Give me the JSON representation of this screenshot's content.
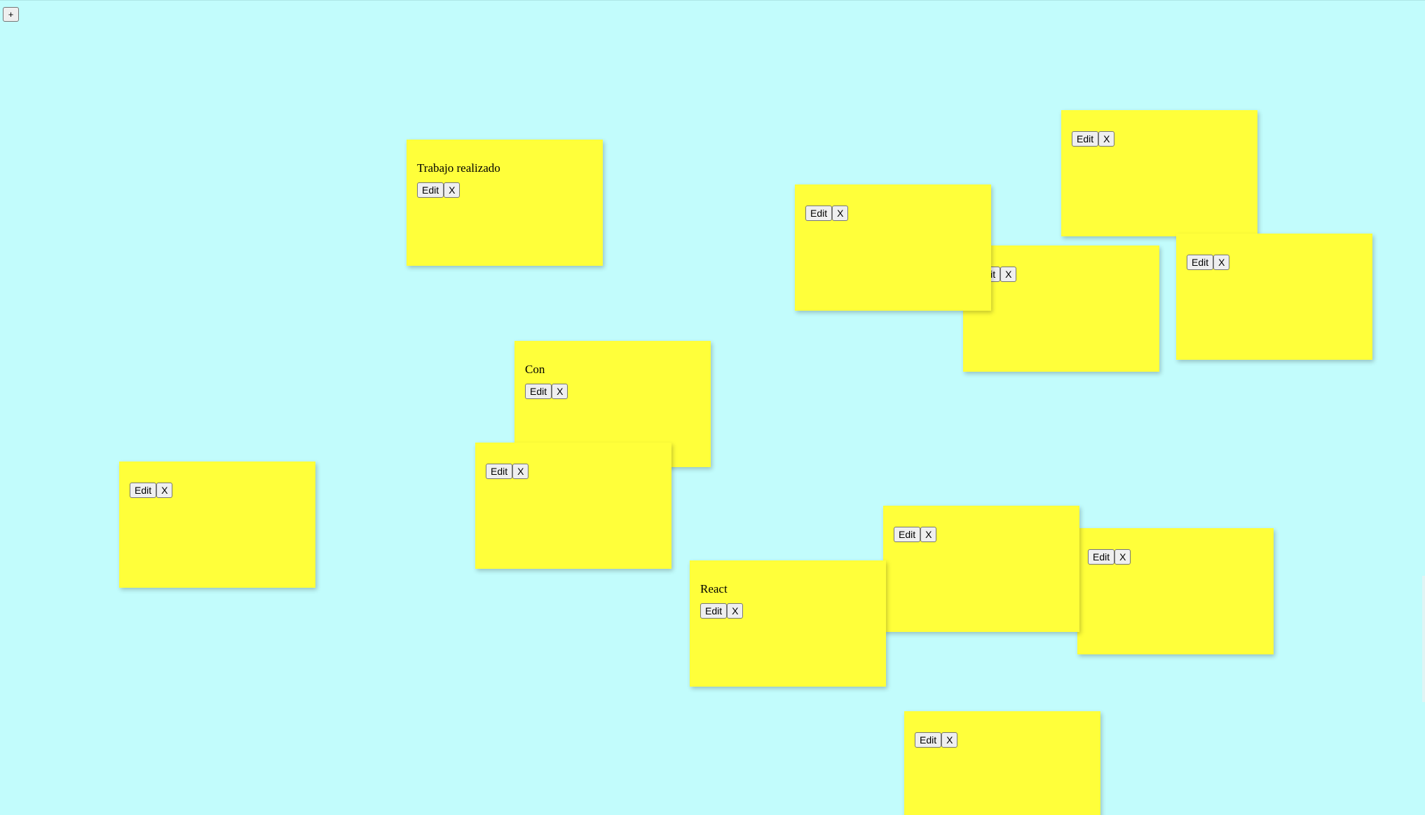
{
  "toolbar": {
    "add_label": "+"
  },
  "colors": {
    "background": "#c2fcfc",
    "note": "#ffff3a"
  },
  "labels": {
    "edit": "Edit",
    "delete": "X"
  },
  "notes": [
    {
      "text": ""
    },
    {
      "text": ""
    },
    {
      "text": ""
    },
    {
      "text": "Trabajo realizado"
    },
    {
      "text": ""
    },
    {
      "text": ""
    },
    {
      "text": "Con"
    },
    {
      "text": ""
    },
    {
      "text": ""
    },
    {
      "text": ""
    },
    {
      "text": ""
    },
    {
      "text": "React"
    },
    {
      "text": ""
    }
  ]
}
